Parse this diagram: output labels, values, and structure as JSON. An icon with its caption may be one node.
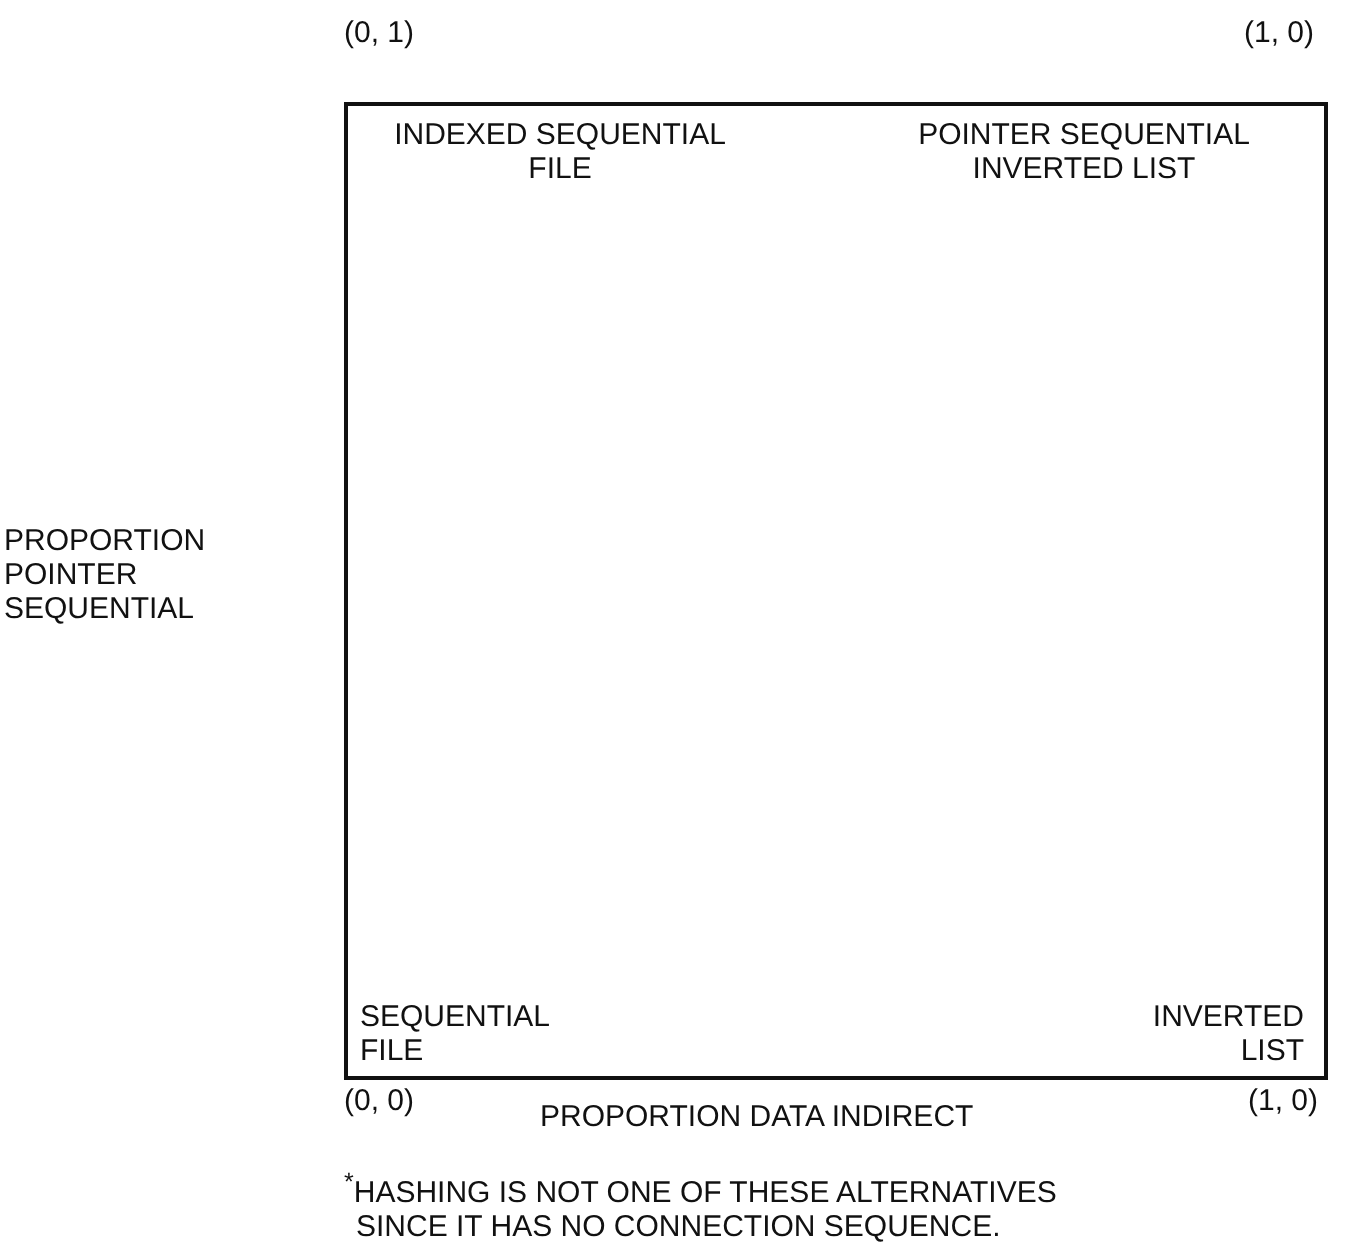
{
  "diagram": {
    "labels": [
      "(0, 1)",
      "(1, 0)",
      "INDEXED SEQUENTIAL FILE",
      "POINTER SEQUENTIAL INVERTED LIST",
      "PROPORTION POINTER SEQUENTIAL",
      "SEQUENTIAL FILE",
      "INVERTED LIST",
      "(0, 0)",
      "PROPORTION DATA INDIRECT",
      "(1, 0)",
      "$^{*}$HASHING IS NOT ONE OF THESE ALTERNATIVES SINCE IT HAS NO CONNECTION SEQUENCE."
    ]
  }
}
